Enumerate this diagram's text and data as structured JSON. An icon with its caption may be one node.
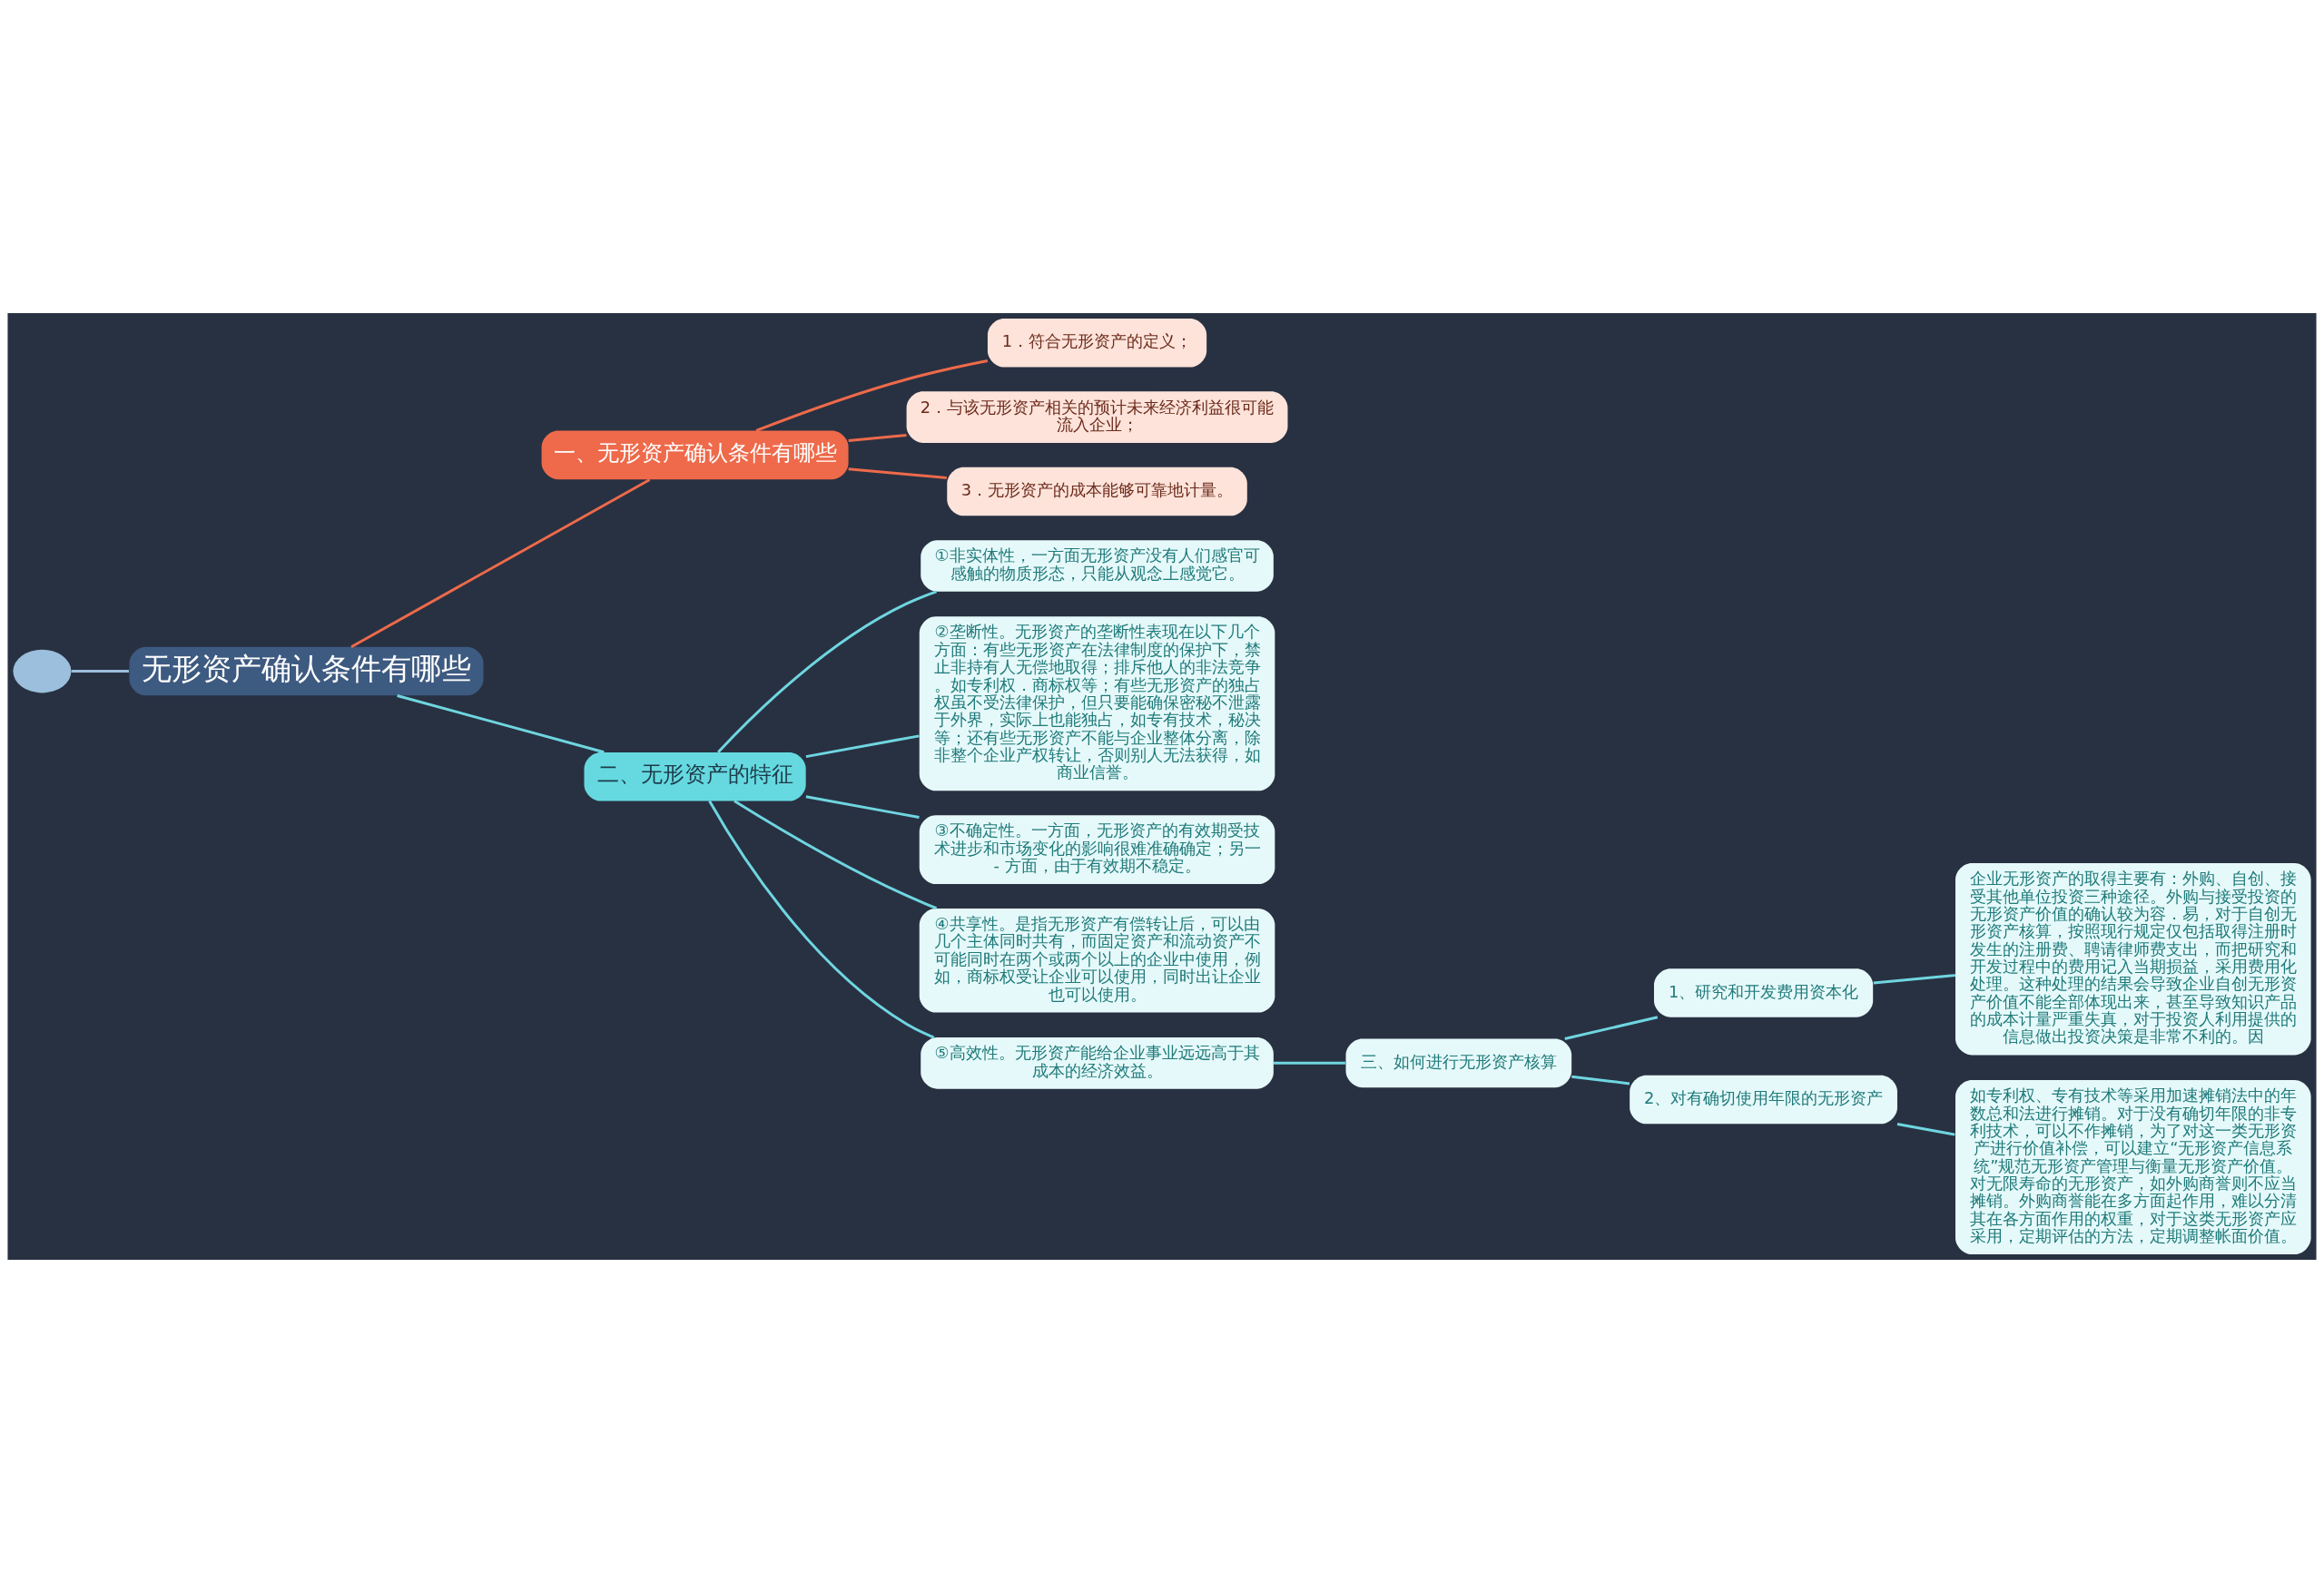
{
  "diagram": {
    "nodes": [
      {
        "text": [],
        "shape": "circle"
      },
      {
        "text": [
          "无形资产确认条件有哪些"
        ]
      },
      {
        "text": [
          "一、无形资产确认条件有哪些"
        ]
      },
      {
        "text": [
          "1．符合无形资产的定义；"
        ]
      },
      {
        "text": [
          "2．与该无形资产相关的预计未来经济利益很可能流入企业；"
        ]
      },
      {
        "text": [
          "3．无形资产的成本能够可靠地计量。"
        ]
      },
      {
        "text": [
          "二、无形资产的特征"
        ]
      },
      {
        "text": [
          "①非实体性，一方面无形资产没有人们感官可感触的物质形态，只能从观念上感觉它。"
        ]
      },
      {
        "text": [
          "②垄断性。无形资产的垄断性表现在以下几个方面：有些无形资产在法律制度的保护下，禁止非持有人无偿地取得；排斥他人的非法竞争。如专利权．商标权等；有些无形资产的独占权虽不受法律保护，但只要能确保密秘不泄露于外界，实际上也能独占，如专有技术，秘决等；还有些无形资产不能与企业整体分离，除非整个企业产权转让，否则别人无法获得，如商业信誉。"
        ]
      },
      {
        "text": [
          "③不确定性。一方面，无形资产的有效期受技术进步和市场变化的影响很难准确确定；另一 - 方面，由于有效期不稳定。"
        ]
      },
      {
        "text": [
          "④共享性。是指无形资产有偿转让后，可以由几个主体同时共有，而固定资产和流动资产不可能同时在两个或两个以上的企业中使用，例如，商标权受让企业可以使用，同时出让企业也可以使用。"
        ]
      },
      {
        "text": [
          "⑤高效性。无形资产能给企业事业远远高于其成本的经济效益。"
        ]
      },
      {
        "text": [
          "三、如何进行无形资产核算"
        ]
      },
      {
        "text": [
          "1、研究和开发费用资本化"
        ]
      },
      {
        "text": [
          "企业无形资产的取得主要有：外购、自创、接受其他单位投资三种途径。外购与接受投资的无形资产价值的确认较为容．易，对于自创无形资产核算，按照现行规定仅包括取得注册时发生的注册费、聘请律师费支出，而把研究和开发过程中的费用记入当期损益，采用费用化处理。这种处理的结果会导致企业自创无形资产价值不能全部体现出来，甚至导致知识产品的成本计量严重失真，对于投资人利用提供的信息做出投资决策是非常不利的。因"
        ]
      },
      {
        "text": [
          "2、对有确切使用年限的无形资产"
        ]
      },
      {
        "text": [
          "如专利权、专有技术等采用加速摊销法中的年数总和法进行摊销。对于没有确切年限的非专利技术，可以不作摊销，为了对这一类无形资产进行价值补偿，可以建立“无形资产信息系统”规范无形资产管理与衡量无形资产价值。对无限寿命的无形资产，如外购商誉则不应当摊销。外购商誉能在多方面起作用，难以分清其在各方面作用的权重，对于这类无形资产应采用，定期评估的方法，定期调整帐面价值。"
        ]
      }
    ],
    "edges": [
      {
        "from": 0,
        "to": 1,
        "arrow": "none",
        "color": "#9bbfdc"
      },
      {
        "from": 1,
        "to": 2,
        "arrow": "none",
        "color": "#ee6a4a"
      },
      {
        "from": 2,
        "to": 3,
        "arrow": "none",
        "color": "#ee6a4a"
      },
      {
        "from": 2,
        "to": 4,
        "arrow": "none",
        "color": "#ee6a4a"
      },
      {
        "from": 2,
        "to": 5,
        "arrow": "none",
        "color": "#ee6a4a"
      },
      {
        "from": 1,
        "to": 6,
        "arrow": "none"
      },
      {
        "from": 6,
        "to": 7,
        "arrow": "none"
      },
      {
        "from": 6,
        "to": 8,
        "arrow": "none"
      },
      {
        "from": 6,
        "to": 9,
        "arrow": "none"
      },
      {
        "from": 6,
        "to": 10,
        "arrow": "none"
      },
      {
        "from": 6,
        "to": 11,
        "arrow": "none"
      },
      {
        "from": 11,
        "to": 12,
        "arrow": "none"
      },
      {
        "from": 12,
        "to": 13,
        "arrow": "none"
      },
      {
        "from": 13,
        "to": 14,
        "arrow": "none"
      },
      {
        "from": 12,
        "to": 15,
        "arrow": "none"
      },
      {
        "from": 15,
        "to": 16,
        "arrow": "none"
      }
    ]
  }
}
